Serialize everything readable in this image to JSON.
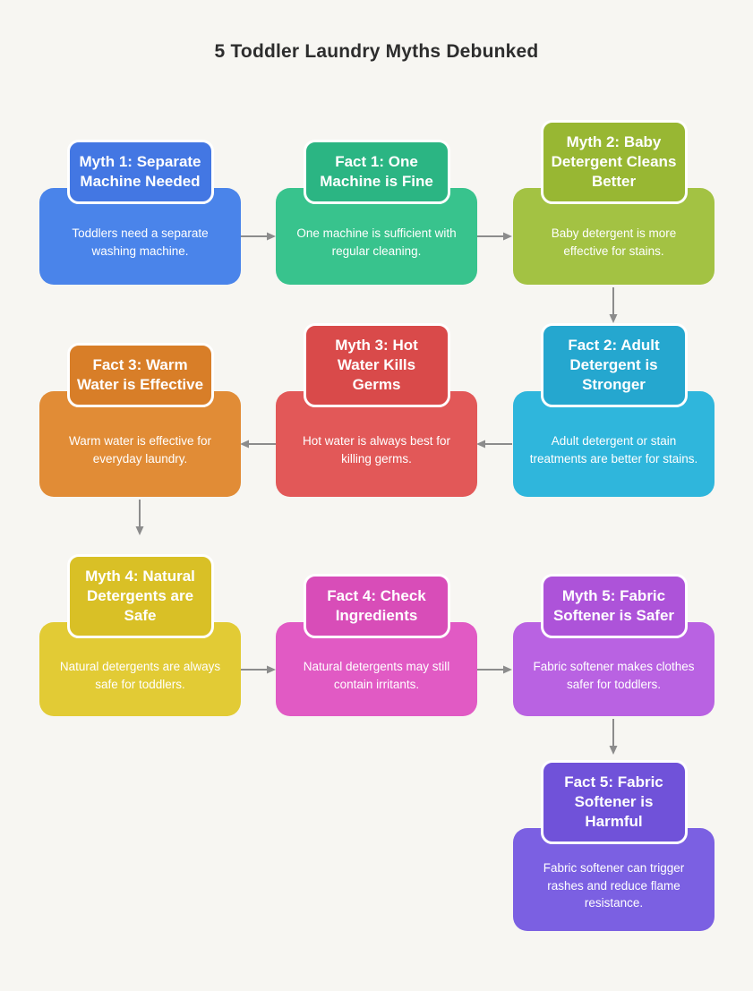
{
  "page": {
    "title": "5 Toddler Laundry Myths Debunked",
    "background_color": "#f7f6f2",
    "title_color": "#2d2d2d"
  },
  "arrow_color": "#8c8c8c",
  "cards": [
    {
      "id": "myth-1",
      "tab": "Myth 1: Separate Machine Needed",
      "body": "Toddlers need a separate washing machine.",
      "tab_color": "#4377e3",
      "body_color": "#4a84ea"
    },
    {
      "id": "fact-1",
      "tab": "Fact 1: One Machine is Fine",
      "body": "One machine is sufficient with regular cleaning.",
      "tab_color": "#2bb583",
      "body_color": "#38c38d"
    },
    {
      "id": "myth-2",
      "tab": "Myth 2: Baby Detergent Cleans Better",
      "body": "Baby detergent is more effective for stains.",
      "tab_color": "#98b733",
      "body_color": "#a3c243"
    },
    {
      "id": "fact-2",
      "tab": "Fact 2: Adult Detergent is Stronger",
      "body": "Adult detergent or stain treatments are better for stains.",
      "tab_color": "#25a7cf",
      "body_color": "#2fb6dc"
    },
    {
      "id": "myth-3",
      "tab": "Myth 3: Hot Water Kills Germs",
      "body": "Hot water is always best for killing germs.",
      "tab_color": "#d94a4a",
      "body_color": "#e25858"
    },
    {
      "id": "fact-3",
      "tab": "Fact 3: Warm Water is Effective",
      "body": "Warm water is effective for everyday laundry.",
      "tab_color": "#d87e28",
      "body_color": "#e18c36"
    },
    {
      "id": "myth-4",
      "tab": "Myth 4: Natural Detergents are Safe",
      "body": "Natural detergents are always safe for toddlers.",
      "tab_color": "#d9c026",
      "body_color": "#e2cb35"
    },
    {
      "id": "fact-4",
      "tab": "Fact 4: Check Ingredients",
      "body": "Natural detergents may still contain irritants.",
      "tab_color": "#d84db8",
      "body_color": "#e15ac4"
    },
    {
      "id": "myth-5",
      "tab": "Myth 5: Fabric Softener is Safer",
      "body": "Fabric softener makes clothes safer for toddlers.",
      "tab_color": "#ad53d9",
      "body_color": "#b962e2"
    },
    {
      "id": "fact-5",
      "tab": "Fact 5: Fabric Softener is Harmful",
      "body": "Fabric softener can trigger rashes and reduce flame resistance.",
      "tab_color": "#7052d9",
      "body_color": "#7b60e2"
    }
  ]
}
